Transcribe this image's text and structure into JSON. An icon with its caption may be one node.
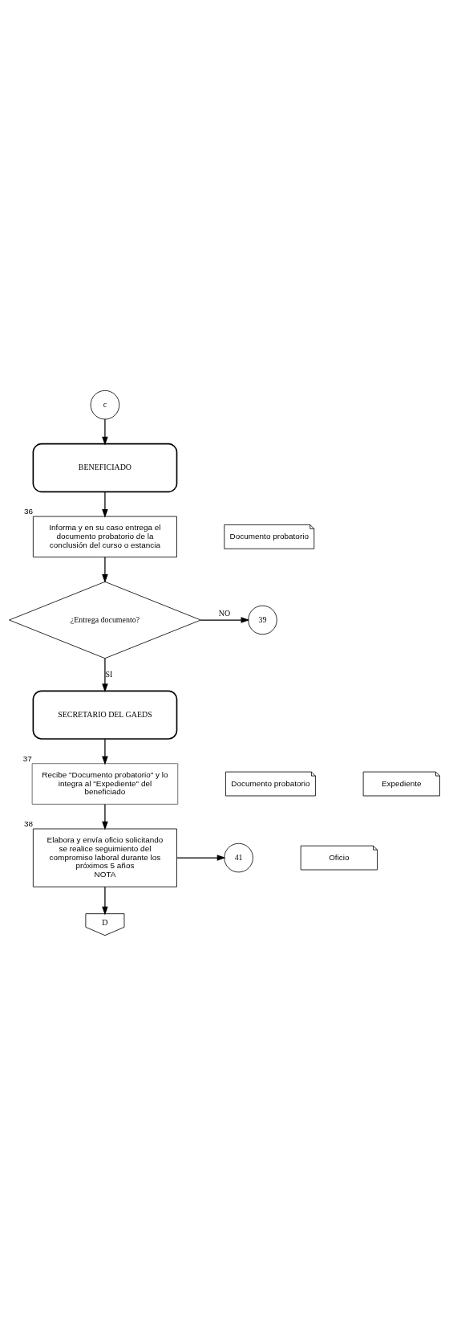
{
  "diagram": {
    "nodes": [
      {
        "text": [
          "c"
        ]
      },
      {
        "text": [
          "BENEFICIADO"
        ]
      },
      {
        "text": [
          "Informa y en su caso entrega el documento probatorio de la conclusión del curso o estancia"
        ],
        "beside": [
          "36"
        ]
      },
      {
        "text": [
          "Documento probatorio"
        ]
      },
      {
        "text": [
          "¿Entrega documento?"
        ]
      },
      {
        "text": [
          "39"
        ]
      },
      {
        "text": [
          "SECRETARIO DEL GAEDS"
        ]
      },
      {
        "text": [
          "Recibe \"Documento probatorio\" y lo integra al \"Expediente\" del beneficiado"
        ],
        "beside": [
          "37"
        ]
      },
      {
        "text": [
          "Documento probatorio"
        ]
      },
      {
        "text": [
          "Expediente"
        ]
      },
      {
        "text": [
          "Elabora y envía oficio solicitando se realice seguimiento del compromiso laboral durante los próximos 5 años",
          "NOTA"
        ],
        "beside": [
          "38"
        ]
      },
      {
        "text": [
          "41"
        ]
      },
      {
        "text": [
          "Oficio"
        ]
      },
      {
        "text": [
          "D"
        ]
      }
    ],
    "edges": [
      {
        "from": 0,
        "to": 1,
        "arrow": "to"
      },
      {
        "from": 1,
        "to": 2,
        "arrow": "to"
      },
      {
        "from": 2,
        "to": 4,
        "arrow": "to"
      },
      {
        "from": 4,
        "to": 5,
        "arrow": "to",
        "label": "NO"
      },
      {
        "from": 4,
        "to": 6,
        "arrow": "to",
        "label": "SI"
      },
      {
        "from": 6,
        "to": 7,
        "arrow": "to"
      },
      {
        "from": 7,
        "to": 10,
        "arrow": "to"
      },
      {
        "from": 10,
        "to": 11,
        "arrow": "to"
      },
      {
        "from": 10,
        "to": 13,
        "arrow": "to"
      }
    ]
  }
}
